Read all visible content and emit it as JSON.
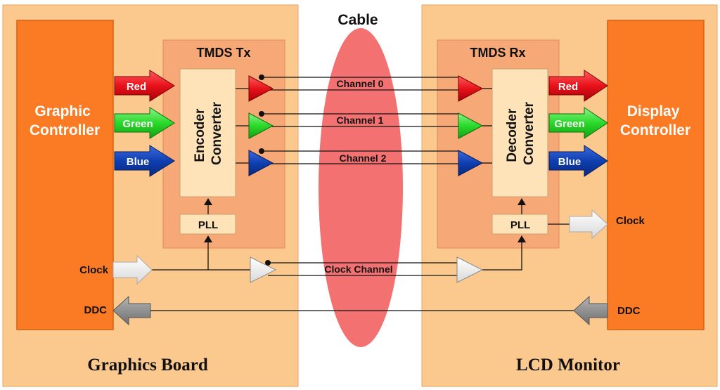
{
  "diagram": {
    "cable_label": "Cable",
    "transmitter": {
      "board_label": "Graphics Board",
      "controller_label_lines": [
        "Graphic",
        "Controller"
      ],
      "tmds_label": "TMDS Tx",
      "converter_label_lines": [
        "Encoder",
        "Converter"
      ],
      "pll_label": "PLL",
      "clock_label": "Clock",
      "ddc_label": "DDC",
      "color_inputs": [
        "Red",
        "Green",
        "Blue"
      ]
    },
    "receiver": {
      "board_label": "LCD Monitor",
      "controller_label_lines": [
        "Display",
        "Controller"
      ],
      "tmds_label": "TMDS Rx",
      "converter_label_lines": [
        "Decoder",
        "Converter"
      ],
      "pll_label": "PLL",
      "clock_label": "Clock",
      "ddc_label": "DDC",
      "color_outputs": [
        "Red",
        "Green",
        "Blue"
      ]
    },
    "channels": [
      "Channel 0",
      "Channel 1",
      "Channel 2"
    ],
    "clock_channel_label": "Clock Channel"
  },
  "colors": {
    "board_fill": "#fbc98e",
    "tmds_fill": "#f6a877",
    "controller_fill": "#fb7a24",
    "converter_fill": "#fde3b7",
    "cable_fill": "#f47172",
    "red_signal": "#e8121a",
    "green_signal": "#2ad92a",
    "blue_signal": "#0f3fb0",
    "white_arrow": "#ffffff",
    "ddc_arrow": "#8c8c8c"
  }
}
